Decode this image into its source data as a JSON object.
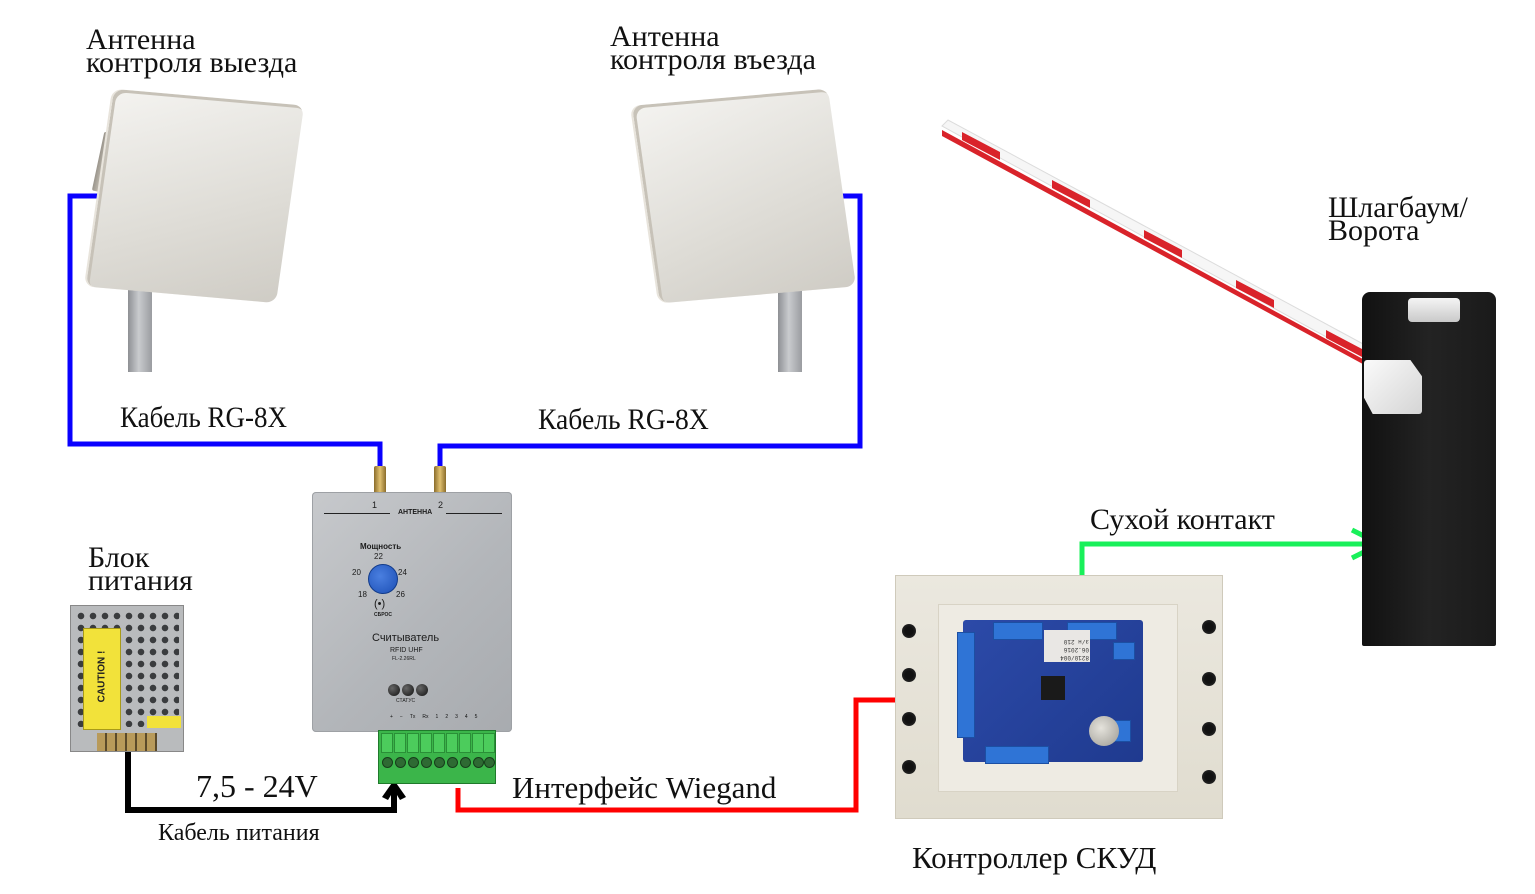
{
  "diagram": {
    "title": "Схема подключения UHF RFID считывателя к контроллеру СКУД и шлагбауму",
    "nodes": {
      "antenna_exit": {
        "label_line1": "Антенна",
        "label_line2": "контроля выезда",
        "icon": "panel-antenna-icon"
      },
      "antenna_entry": {
        "label_line1": "Антенна",
        "label_line2": "контроля въезда",
        "icon": "panel-antenna-icon"
      },
      "barrier": {
        "label_line1": "Шлагбаум/",
        "label_line2": "Ворота",
        "icon": "barrier-gate-icon"
      },
      "power_supply": {
        "label_line1": "Блок",
        "label_line2": "питания",
        "caution_text": "CAUTION !",
        "icon": "power-supply-icon"
      },
      "reader": {
        "antenna_header": "АНТЕННА",
        "port1": "1",
        "port2": "2",
        "power_title": "Мощность",
        "power_scale": [
          "18",
          "20",
          "22",
          "24",
          "26"
        ],
        "reset_label": "СБРОС",
        "name": "Считыватель",
        "type": "RFID UHF",
        "model": "FL-2.26RL",
        "status_label": "СТАТУС",
        "terminal_labels": [
          "+",
          "−",
          "Tx",
          "Rx",
          "1",
          "2",
          "3",
          "4",
          "5"
        ],
        "icon": "rfid-reader-icon"
      },
      "controller": {
        "label": "Контроллер СКУД",
        "sticker_text": [
          "8210/004",
          "06.2016",
          "з/н 210"
        ],
        "icon": "access-controller-icon"
      }
    },
    "connections": {
      "cable_left": {
        "label": "Кабель RG-8X",
        "color": "#0a00ff"
      },
      "cable_right": {
        "label": "Кабель RG-8X",
        "color": "#0a00ff"
      },
      "power": {
        "voltage": "7,5 - 24V",
        "label": "Кабель питания",
        "color": "#000000"
      },
      "wiegand": {
        "label": "Интерфейс Wiegand",
        "color": "#ff0000"
      },
      "dry_contact": {
        "label": "Сухой контакт",
        "color": "#19f05a"
      }
    }
  }
}
